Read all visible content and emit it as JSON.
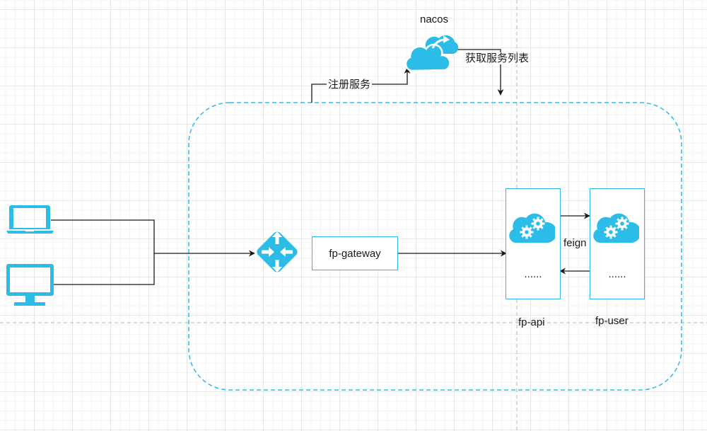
{
  "diagram": {
    "colors": {
      "accent": "#2bbce8",
      "line": "#1a1a1a",
      "guide": "#b3b3b3",
      "grid": "#e6e6e6"
    },
    "nodes": {
      "nacos": {
        "label": "nacos",
        "icon": "cloud-sync-icon"
      },
      "laptop": {
        "icon": "laptop-icon"
      },
      "desktop": {
        "icon": "monitor-icon"
      },
      "router": {
        "icon": "router-icon"
      },
      "gateway": {
        "label": "fp-gateway"
      },
      "api": {
        "label": "fp-api",
        "content": "......",
        "icon": "cloud-gears-icon"
      },
      "user": {
        "label": "fp-user",
        "content": "......",
        "icon": "cloud-gears-icon"
      }
    },
    "edges": {
      "register": {
        "label": "注册服务",
        "from": "cluster",
        "to": "nacos"
      },
      "fetch": {
        "label": "获取服务列表",
        "from": "nacos",
        "to": "cluster"
      },
      "feign": {
        "label": "feign",
        "from": "fp-api",
        "to": "fp-user"
      }
    }
  }
}
